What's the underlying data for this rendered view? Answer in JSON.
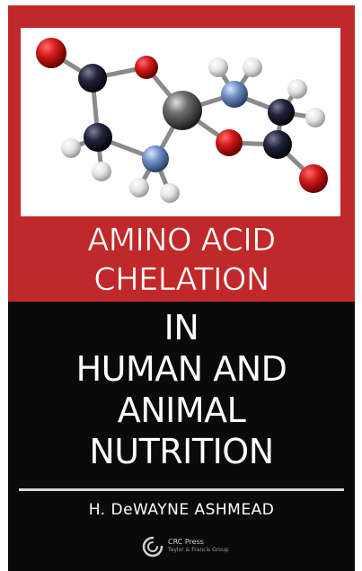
{
  "book": {
    "title_red_lines": [
      "AMINO ACID",
      "CHELATION"
    ],
    "title_black_lines": [
      "IN",
      "HUMAN AND",
      "ANIMAL",
      "NUTRITION"
    ],
    "author": "H. DeWAYNE ASHMEAD",
    "publisher": {
      "name": "CRC Press",
      "sub": "Taylor & Francis Group"
    }
  },
  "colors": {
    "cover_red": "#c0282a",
    "cover_black": "#0a0a0a",
    "title_text": "#ffffff",
    "oxygen_atom": "#cc1a1a",
    "carbon_atom": "#1a1a2a",
    "nitrogen_atom": "#5a7fb8",
    "hydrogen_atom": "#e8e8e8",
    "metal_atom": "#6e6e6e"
  },
  "icons": {
    "molecule": "molecule-model-icon",
    "publisher_logo": "crc-press-logo-icon"
  }
}
